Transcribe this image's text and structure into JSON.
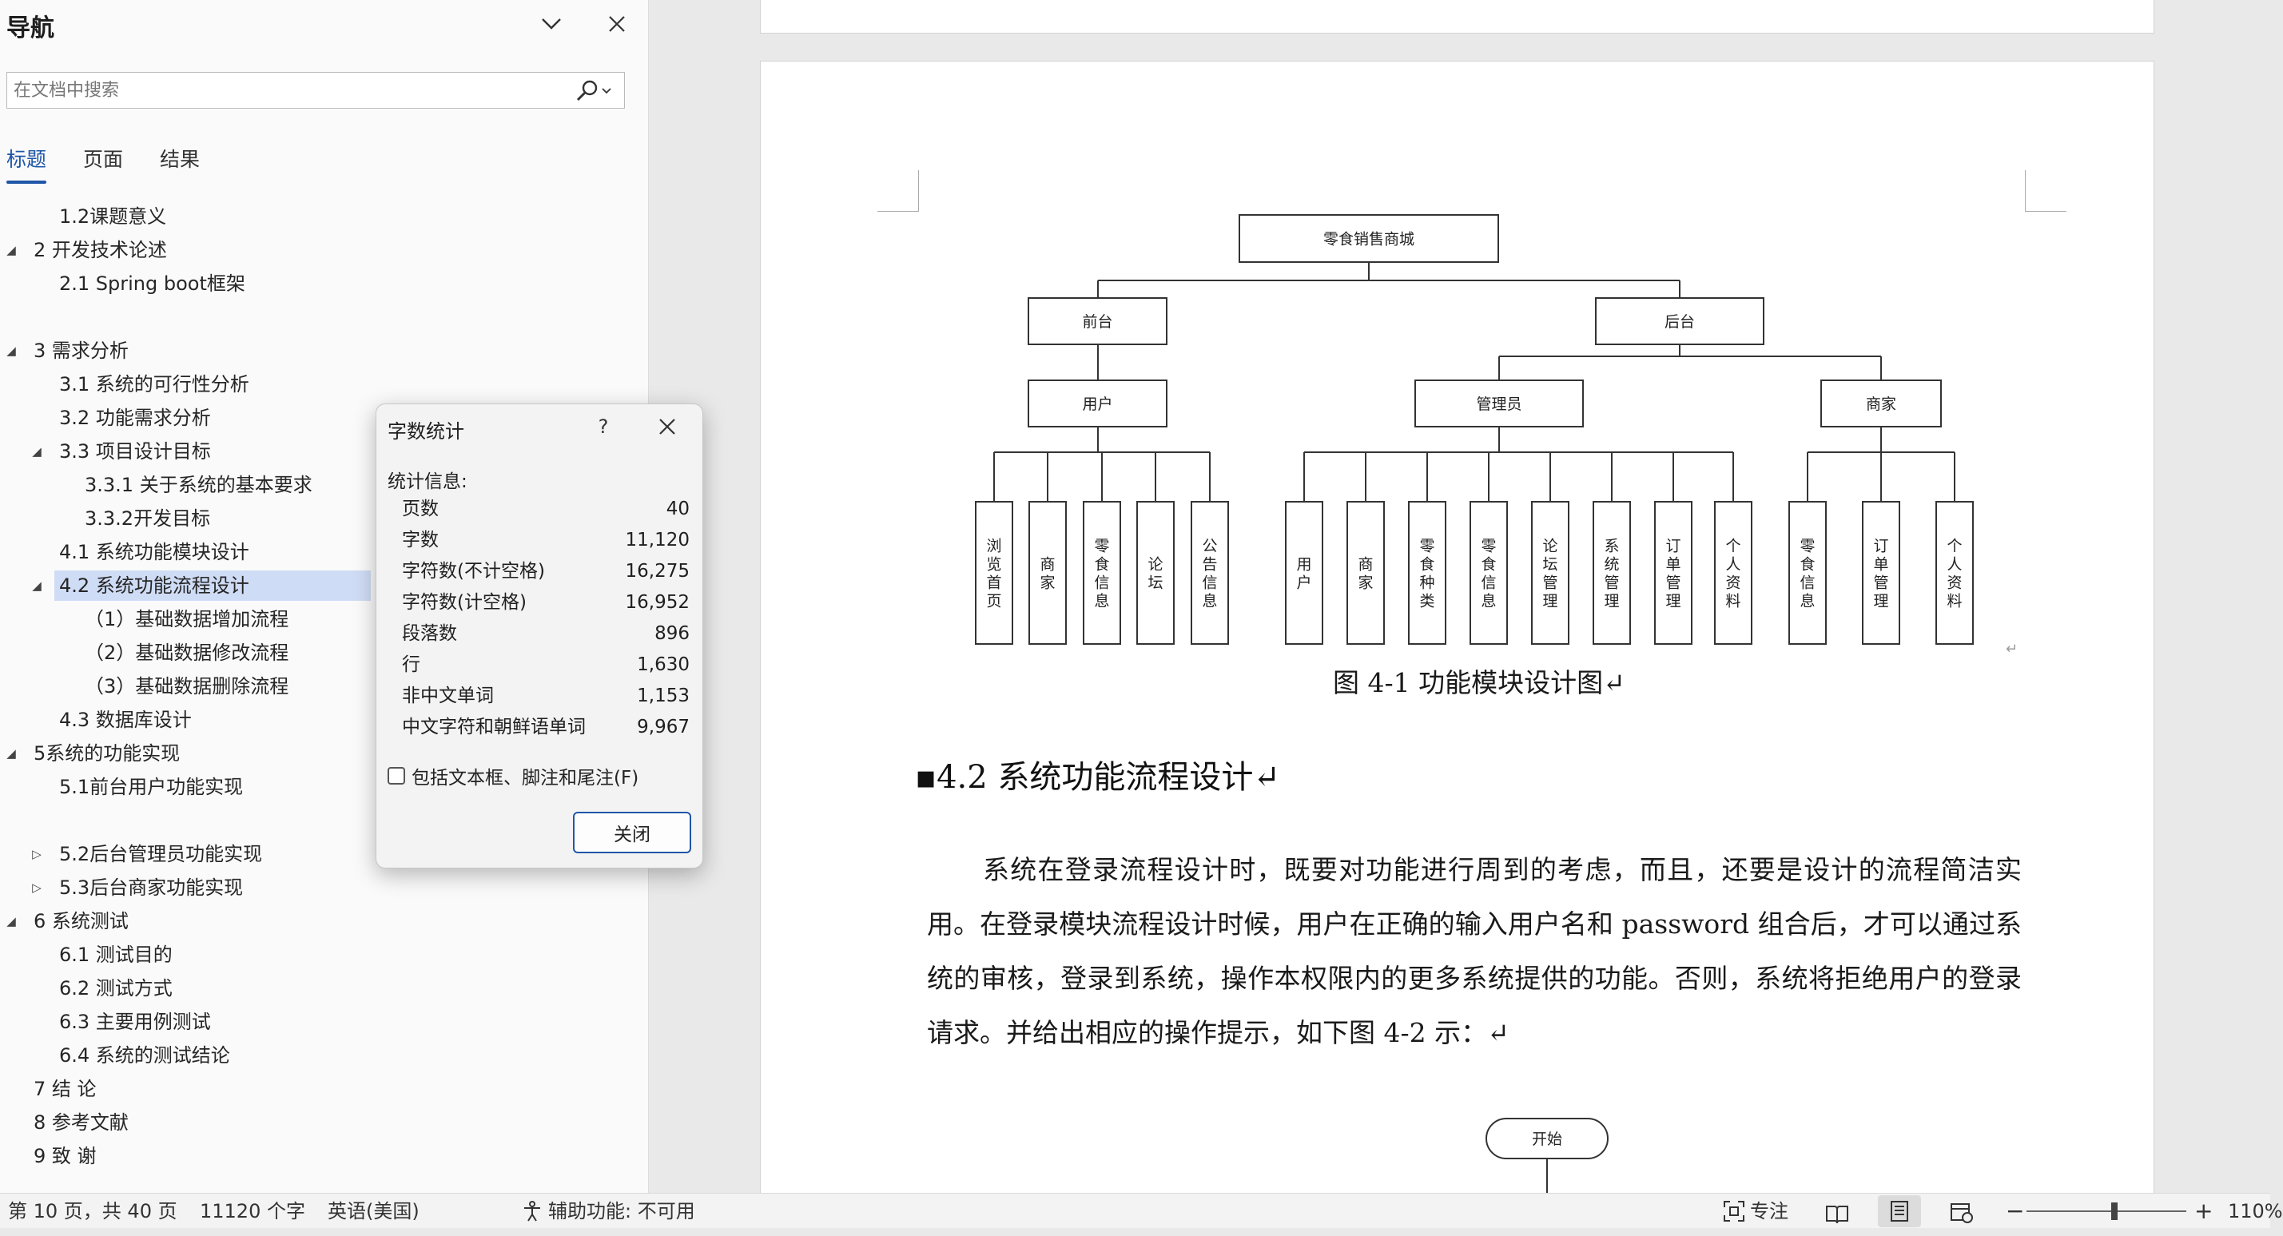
{
  "nav": {
    "title": "导航",
    "search_placeholder": "在文档中搜索",
    "tabs": [
      {
        "label": "标题",
        "active": true
      },
      {
        "label": "页面",
        "active": false
      },
      {
        "label": "结果",
        "active": false
      }
    ],
    "outline": [
      {
        "label": "1.2课题意义",
        "level": 2,
        "tri": "",
        "selected": false
      },
      {
        "label": "2 开发技术论述",
        "level": 1,
        "tri": "expanded",
        "selected": false
      },
      {
        "label": "2.1 Spring boot框架",
        "level": 2,
        "tri": "",
        "selected": false
      },
      {
        "label": "",
        "level": 0,
        "tri": "",
        "selected": false
      },
      {
        "label": "3 需求分析",
        "level": 1,
        "tri": "expanded",
        "selected": false
      },
      {
        "label": "3.1 系统的可行性分析",
        "level": 2,
        "tri": "",
        "selected": false
      },
      {
        "label": "3.2 功能需求分析",
        "level": 2,
        "tri": "",
        "selected": false
      },
      {
        "label": "3.3 项目设计目标",
        "level": 2,
        "tri": "expanded",
        "selected": false
      },
      {
        "label": "3.3.1 关于系统的基本要求",
        "level": 3,
        "tri": "",
        "selected": false
      },
      {
        "label": "3.3.2开发目标",
        "level": 3,
        "tri": "",
        "selected": false
      },
      {
        "label": "4.1 系统功能模块设计",
        "level": 2,
        "tri": "",
        "selected": false
      },
      {
        "label": "4.2 系统功能流程设计",
        "level": 2,
        "tri": "expanded",
        "selected": true
      },
      {
        "label": "（1）基础数据增加流程",
        "level": 3,
        "tri": "",
        "selected": false
      },
      {
        "label": "（2）基础数据修改流程",
        "level": 3,
        "tri": "",
        "selected": false
      },
      {
        "label": "（3）基础数据删除流程",
        "level": 3,
        "tri": "",
        "selected": false
      },
      {
        "label": "4.3 数据库设计",
        "level": 2,
        "tri": "",
        "selected": false
      },
      {
        "label": "5系统的功能实现",
        "level": 1,
        "tri": "expanded",
        "selected": false
      },
      {
        "label": "5.1前台用户功能实现",
        "level": 2,
        "tri": "",
        "selected": false
      },
      {
        "label": "",
        "level": 0,
        "tri": "",
        "selected": false
      },
      {
        "label": "5.2后台管理员功能实现",
        "level": 2,
        "tri": "collapsed",
        "selected": false
      },
      {
        "label": "5.3后台商家功能实现",
        "level": 2,
        "tri": "collapsed",
        "selected": false
      },
      {
        "label": "6 系统测试",
        "level": 1,
        "tri": "expanded",
        "selected": false
      },
      {
        "label": "6.1  测试目的",
        "level": 2,
        "tri": "",
        "selected": false
      },
      {
        "label": "6.2  测试方式",
        "level": 2,
        "tri": "",
        "selected": false
      },
      {
        "label": "6.3 主要用例测试",
        "level": 2,
        "tri": "",
        "selected": false
      },
      {
        "label": "6.4 系统的测试结论",
        "level": 2,
        "tri": "",
        "selected": false
      },
      {
        "label": "7 结 论",
        "level": 1,
        "tri": "",
        "selected": false
      },
      {
        "label": "8 参考文献",
        "level": 1,
        "tri": "",
        "selected": false
      },
      {
        "label": "9 致 谢",
        "level": 1,
        "tri": "",
        "selected": false
      }
    ]
  },
  "dialog": {
    "title": "字数统计",
    "help": "?",
    "stats_label": "统计信息:",
    "stats": [
      {
        "label": "页数",
        "value": "40"
      },
      {
        "label": "字数",
        "value": "11,120"
      },
      {
        "label": "字符数(不计空格)",
        "value": "16,275"
      },
      {
        "label": "字符数(计空格)",
        "value": "16,952"
      },
      {
        "label": "段落数",
        "value": "896"
      },
      {
        "label": "行",
        "value": "1,630"
      },
      {
        "label": "非中文单词",
        "value": "1,153"
      },
      {
        "label": "中文字符和朝鲜语单词",
        "value": "9,967"
      }
    ],
    "checkbox_label": "包括文本框、脚注和尾注(F)",
    "checkbox_checked": false,
    "close_label": "关闭"
  },
  "doc": {
    "diagram": {
      "root": "零食销售商城",
      "front": "前台",
      "back": "后台",
      "user": "用户",
      "admin": "管理员",
      "merchant": "商家",
      "user_leaves": [
        "浏览首页",
        "商家",
        "零食信息",
        "论坛",
        "公告信息"
      ],
      "admin_leaves": [
        "用户",
        "商家",
        "零食种类",
        "零食信息",
        "论坛管理",
        "系统管理",
        "订单管理",
        "个人资料"
      ],
      "merchant_leaves": [
        "零食信息",
        "订单管理",
        "个人资料"
      ],
      "flow_start": "开始"
    },
    "caption": "图 4-1  功能模块设计图↵",
    "heading": "▪4.2  系统功能流程设计↵",
    "body": "系统在登录流程设计时，既要对功能进行周到的考虑，而且，还要是设计的流程简洁实用。在登录模块流程设计时候，用户在正确的输入用户名和 password 组合后，才可以通过系统的审核，登录到系统，操作本权限内的更多系统提供的功能。否则，系统将拒绝用户的登录请求。并给出相应的操作提示，如下图 4-2 示：↵",
    "return_mark": "↵"
  },
  "status": {
    "page": "第 10 页，共 40 页",
    "words": "11120 个字",
    "language": "英语(美国)",
    "accessibility": "辅助功能: 不可用",
    "focus": "专注",
    "zoom": "110%",
    "zoom_fraction": 0.55
  }
}
